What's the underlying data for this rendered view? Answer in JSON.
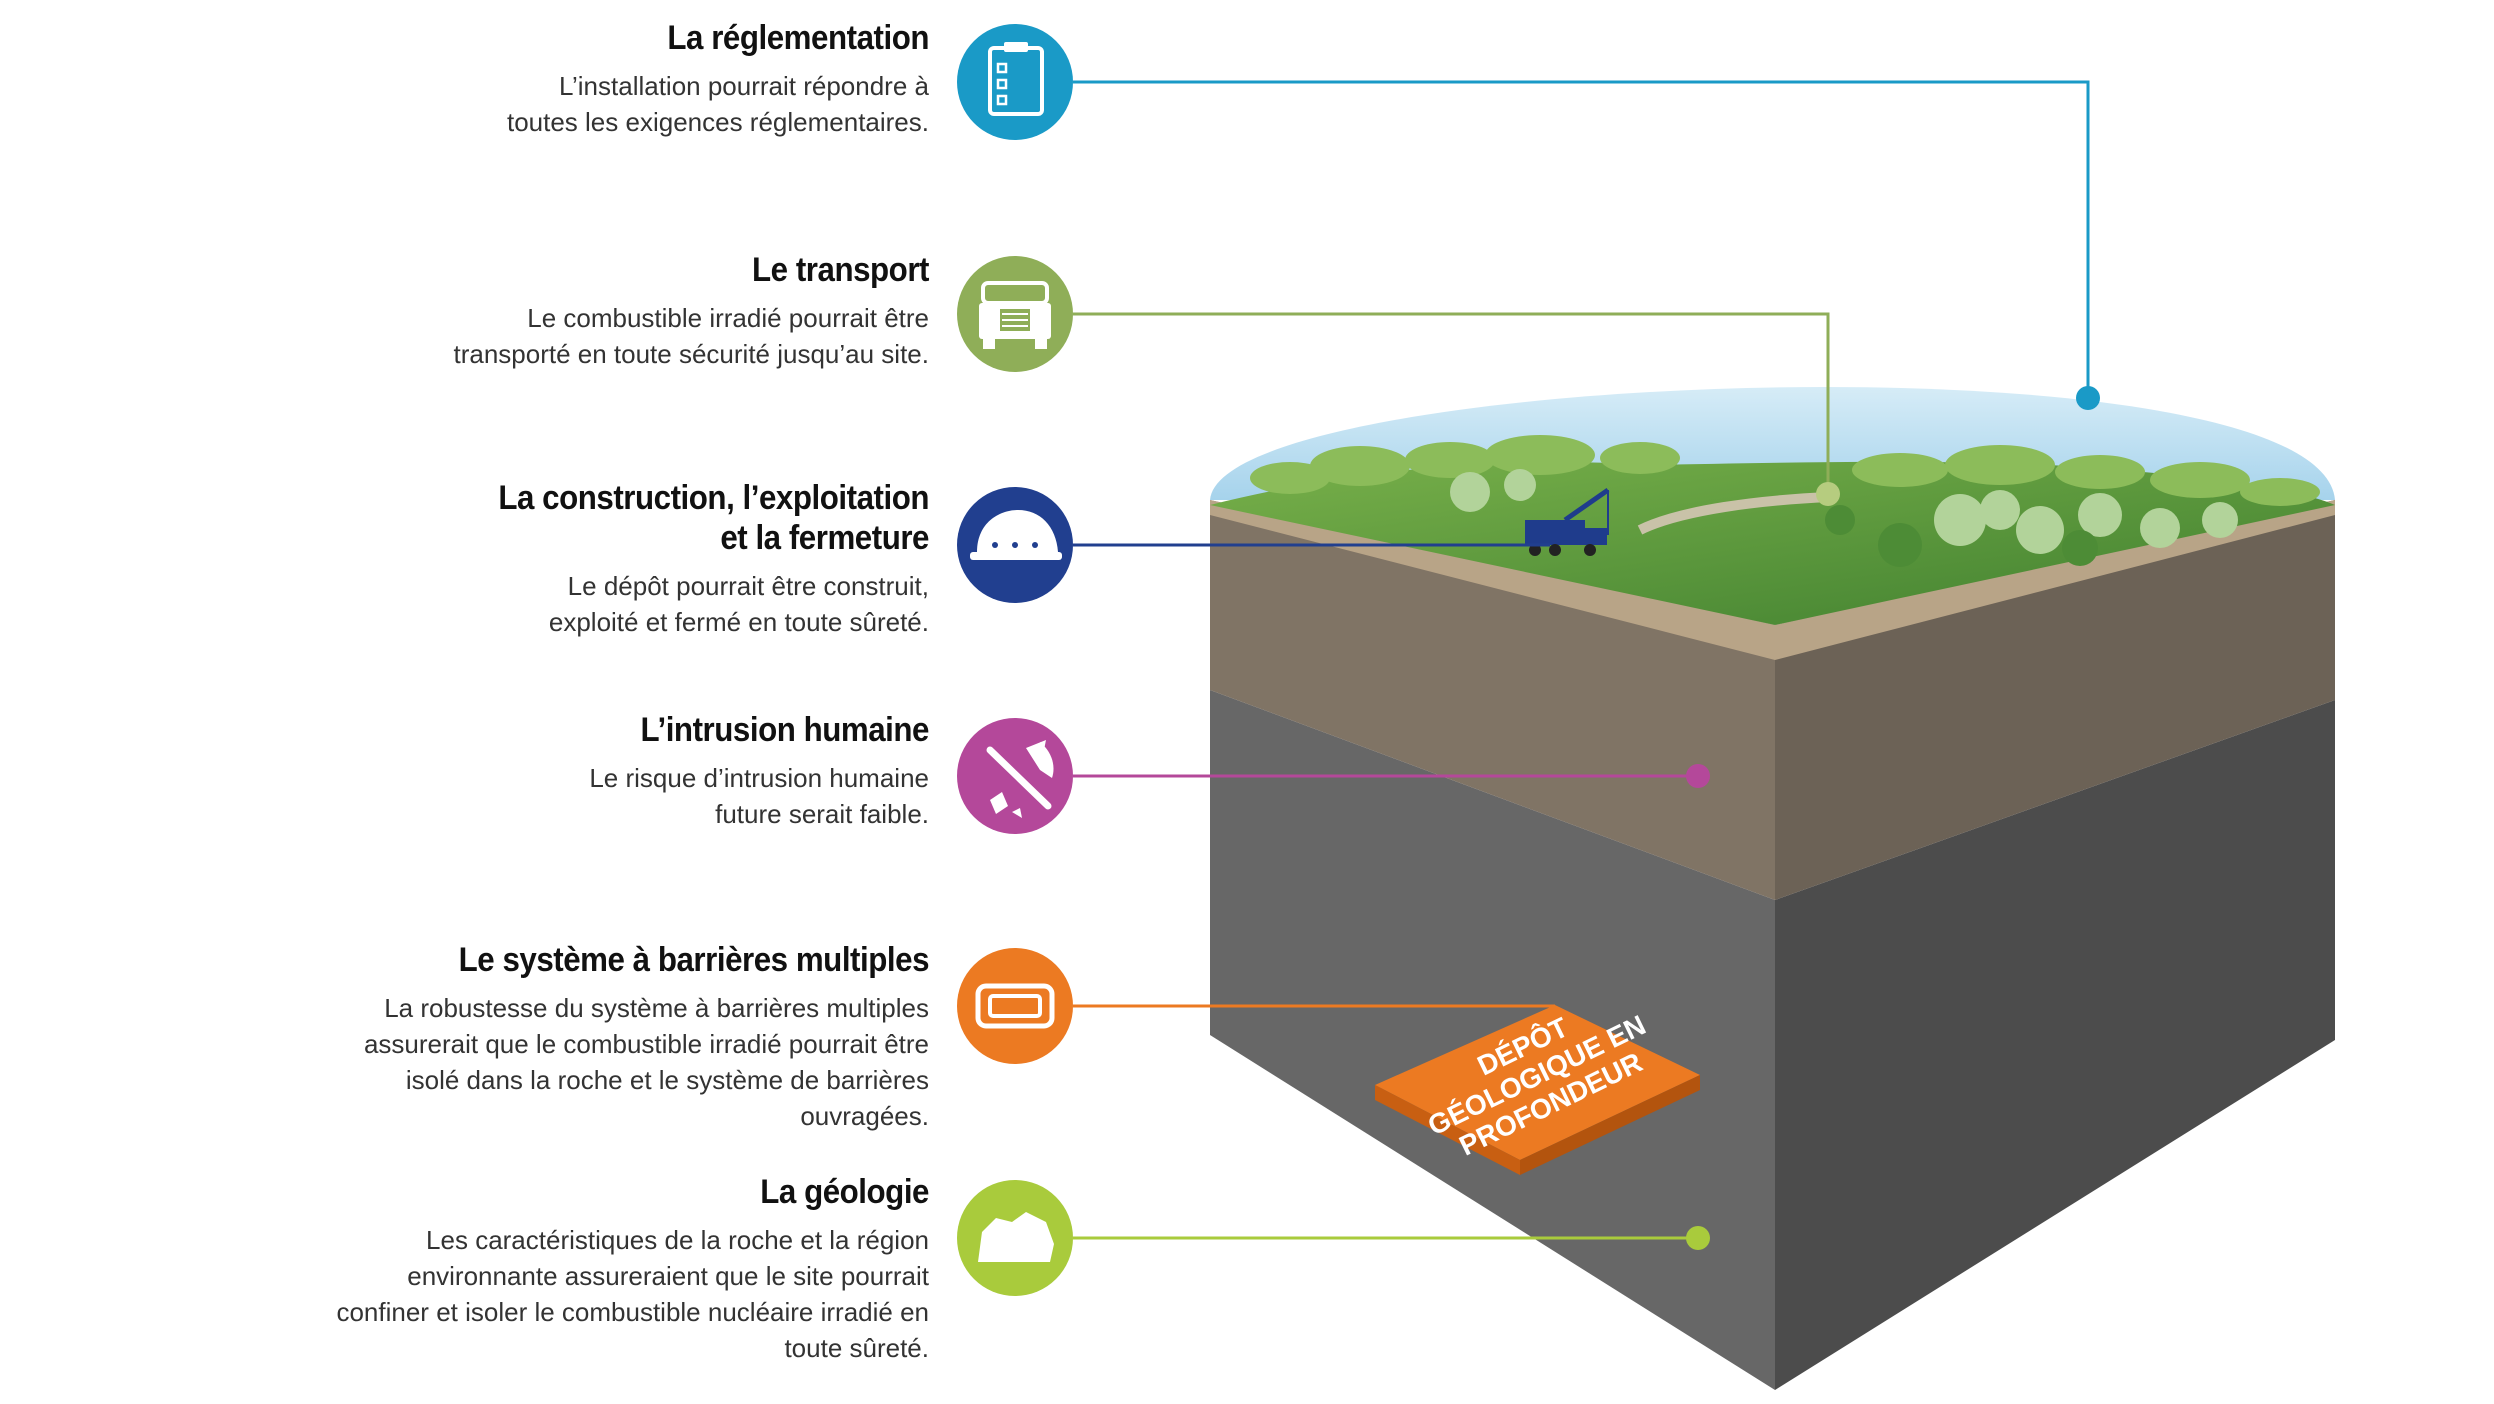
{
  "criteria": [
    {
      "id": "reglementation",
      "title": "La réglementation",
      "description": "L’installation pourrait répondre à\ntoutes les exigences réglementaires.",
      "icon": "clipboard-checklist-icon",
      "color": "#1a9ac7"
    },
    {
      "id": "transport",
      "title": "Le transport",
      "description": "Le combustible irradié pourrait être\ntransporté en toute sécurité jusqu’au site.",
      "icon": "truck-icon",
      "color": "#8fae58"
    },
    {
      "id": "construction",
      "title": "La construction, l’exploitation\net la fermeture",
      "description": "Le dépôt pourrait être construit,\nexploité et fermé en toute sûreté.",
      "icon": "hard-hat-icon",
      "color": "#213f8f"
    },
    {
      "id": "intrusion",
      "title": "L’intrusion humaine",
      "description": "Le risque d’intrusion humaine\nfuture serait faible.",
      "icon": "pickaxe-icon",
      "color": "#b4489a"
    },
    {
      "id": "barrieres",
      "title": "Le système à barrières multiples",
      "description": "La robustesse du système à barrières multiples\nassurerait que le combustible irradié pourrait être\nisolé dans la roche et le système de barrières\nouvragées.",
      "icon": "barrier-container-icon",
      "color": "#ec7a22"
    },
    {
      "id": "geologie",
      "title": "La géologie",
      "description": "Les caractéristiques de la roche et la région\nenvironnante assureraient que le site pourrait\nconfiner et isoler le combustible nucléaire irradié en\ntoute sûreté.",
      "icon": "rock-icon",
      "color": "#a9cb3c"
    }
  ],
  "repository": {
    "label_line1": "DÉPÔT",
    "label_line2": "GÉOLOGIQUE EN",
    "label_line3": "PROFONDEUR",
    "color": "#ec7a22"
  },
  "colors": {
    "sky": "#aed8ee",
    "grass": "#5f9a3a",
    "topsoil": "#8a7d6e",
    "rock_front": "#6a6a6a",
    "rock_side": "#4f4f4f"
  }
}
